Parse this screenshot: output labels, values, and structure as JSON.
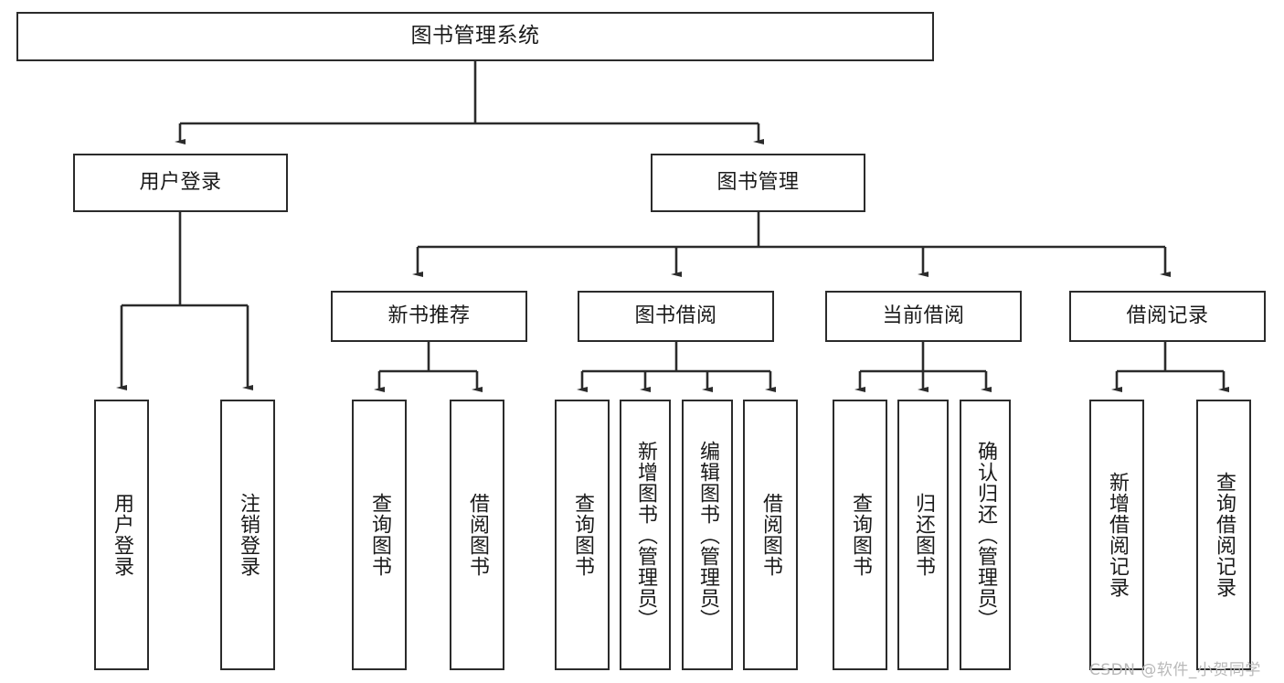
{
  "diagram": {
    "type": "tree-hierarchy",
    "title": "图书管理系统",
    "watermark": "CSDN @软件_小贺同学",
    "colors": {
      "stroke": "#2b2b2b",
      "fill": "#ffffff",
      "text": "#1a1a1a",
      "watermark": "#b9b9b9"
    },
    "nodes": {
      "root": {
        "label": "图书管理系统"
      },
      "level1": [
        {
          "label": "用户登录"
        },
        {
          "label": "图书管理"
        }
      ],
      "level2": [
        {
          "label": "新书推荐"
        },
        {
          "label": "图书借阅"
        },
        {
          "label": "当前借阅"
        },
        {
          "label": "借阅记录"
        }
      ],
      "leaves": {
        "user_login": [
          {
            "label": "用户登录"
          },
          {
            "label": "注销登录"
          }
        ],
        "new_book_recommend": [
          {
            "label": "查询图书"
          },
          {
            "label": "借阅图书"
          }
        ],
        "book_borrow": [
          {
            "label": "查询图书"
          },
          {
            "label": "新增图书（管理员）"
          },
          {
            "label": "编辑图书（管理员）"
          },
          {
            "label": "借阅图书"
          }
        ],
        "current_borrow": [
          {
            "label": "查询图书"
          },
          {
            "label": "归还图书"
          },
          {
            "label": "确认归还（管理员）"
          }
        ],
        "borrow_record": [
          {
            "label": "新增借阅记录"
          },
          {
            "label": "查询借阅记录"
          }
        ]
      }
    }
  }
}
